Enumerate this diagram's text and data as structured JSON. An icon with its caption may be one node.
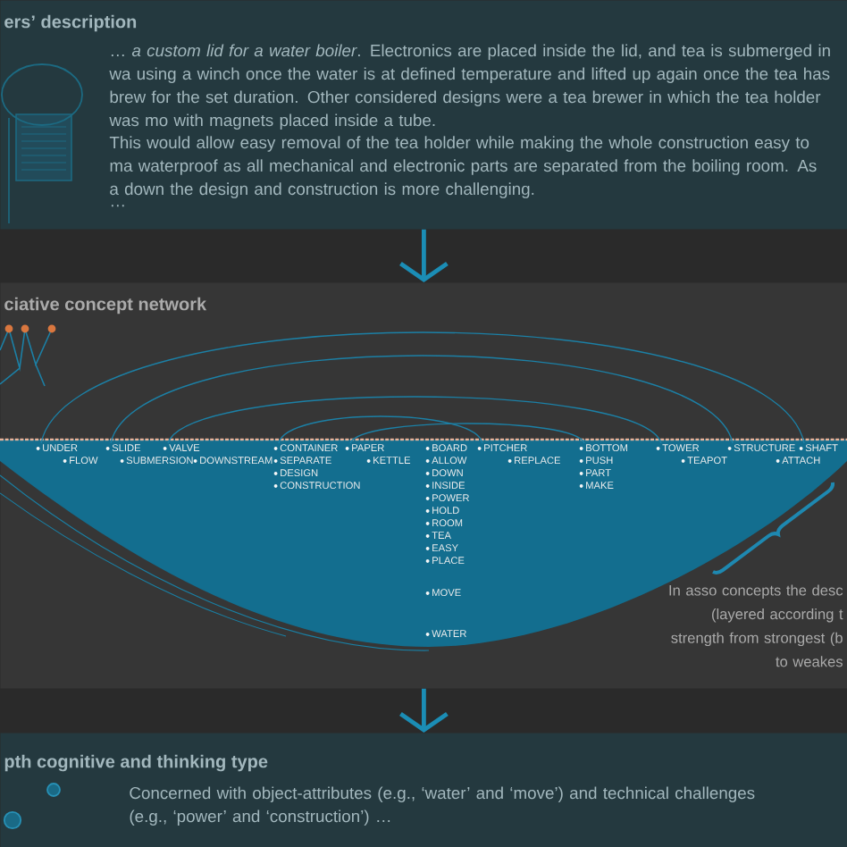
{
  "diagram": {
    "nodes": [
      {
        "text": [
          "ers’ description",
          "… *a custom lid for a water boiler*. Electronics are placed inside the lid, and tea is submerged in wa using a winch once the water is at defined temperature and lifted up again once the tea has brew for the set duration. Other considered designs were a tea brewer in which the tea holder was mo with magnets placed inside a tube.",
          "This would allow easy removal of the tea holder while making the whole construction easy to ma waterproof as all mechanical and electronic parts are separated from the boiling room. As a down the design and construction is more challenging.",
          "…"
        ]
      },
      {
        "text": [
          "ciative concept network"
        ]
      },
      {
        "text": [
          "UNDER"
        ],
        "in": 1
      },
      {
        "text": [
          "FLOW"
        ],
        "in": 1
      },
      {
        "text": [
          "SLIDE"
        ],
        "in": 1
      },
      {
        "text": [
          "SUBMERSION"
        ],
        "in": 1
      },
      {
        "text": [
          "VALVE"
        ],
        "in": 1
      },
      {
        "text": [
          "DOWNSTREAM"
        ],
        "in": 1
      },
      {
        "text": [
          "CONTAINER"
        ],
        "in": 1
      },
      {
        "text": [
          "SEPARATE"
        ],
        "in": 1
      },
      {
        "text": [
          "DESIGN"
        ],
        "in": 1
      },
      {
        "text": [
          "CONSTRUCTION"
        ],
        "in": 1
      },
      {
        "text": [
          "PAPER"
        ],
        "in": 1
      },
      {
        "text": [
          "KETTLE"
        ],
        "in": 1
      },
      {
        "text": [
          "BOARD"
        ],
        "in": 1
      },
      {
        "text": [
          "ALLOW"
        ],
        "in": 1
      },
      {
        "text": [
          "DOWN"
        ],
        "in": 1
      },
      {
        "text": [
          "INSIDE"
        ],
        "in": 1
      },
      {
        "text": [
          "POWER"
        ],
        "in": 1
      },
      {
        "text": [
          "HOLD"
        ],
        "in": 1
      },
      {
        "text": [
          "ROOM"
        ],
        "in": 1
      },
      {
        "text": [
          "TEA"
        ],
        "in": 1
      },
      {
        "text": [
          "EASY"
        ],
        "in": 1
      },
      {
        "text": [
          "PLACE"
        ],
        "in": 1
      },
      {
        "text": [
          "MOVE"
        ],
        "in": 1
      },
      {
        "text": [
          "WATER"
        ],
        "in": 1
      },
      {
        "text": [
          "PITCHER"
        ],
        "in": 1
      },
      {
        "text": [
          "REPLACE"
        ],
        "in": 1
      },
      {
        "text": [
          "BOTTOM"
        ],
        "in": 1
      },
      {
        "text": [
          "PUSH"
        ],
        "in": 1
      },
      {
        "text": [
          "PART"
        ],
        "in": 1
      },
      {
        "text": [
          "MAKE"
        ],
        "in": 1
      },
      {
        "text": [
          "TOWER"
        ],
        "in": 1
      },
      {
        "text": [
          "TEAPOT"
        ],
        "in": 1
      },
      {
        "text": [
          "STRUCTURE"
        ],
        "in": 1
      },
      {
        "text": [
          "ATTACH"
        ],
        "in": 1
      },
      {
        "text": [
          "SHAFT"
        ],
        "in": 1
      },
      {
        "text": [
          "pth cognitive and thinking type",
          "Concerned with object-attributes (e.g., ‘water’ and ‘move’) and technical challenges (e.g., ‘power’ and ‘construction’) …"
        ]
      }
    ],
    "edges": [
      {
        "from": 0,
        "to": 1,
        "arrow": "to",
        "style": "thick"
      },
      {
        "from": 1,
        "to": 37,
        "arrow": "to",
        "style": "thick"
      },
      {
        "from": 2,
        "to": 36,
        "arrow": "none"
      },
      {
        "from": 4,
        "to": 34,
        "arrow": "none"
      },
      {
        "from": 6,
        "to": 32,
        "arrow": "none"
      },
      {
        "from": 8,
        "to": 26,
        "arrow": "none"
      },
      {
        "from": 12,
        "to": 28,
        "arrow": "none"
      }
    ],
    "labels": [
      "In asso concepts the desc (layered according t strength from strongest (b to weakes"
    ]
  }
}
